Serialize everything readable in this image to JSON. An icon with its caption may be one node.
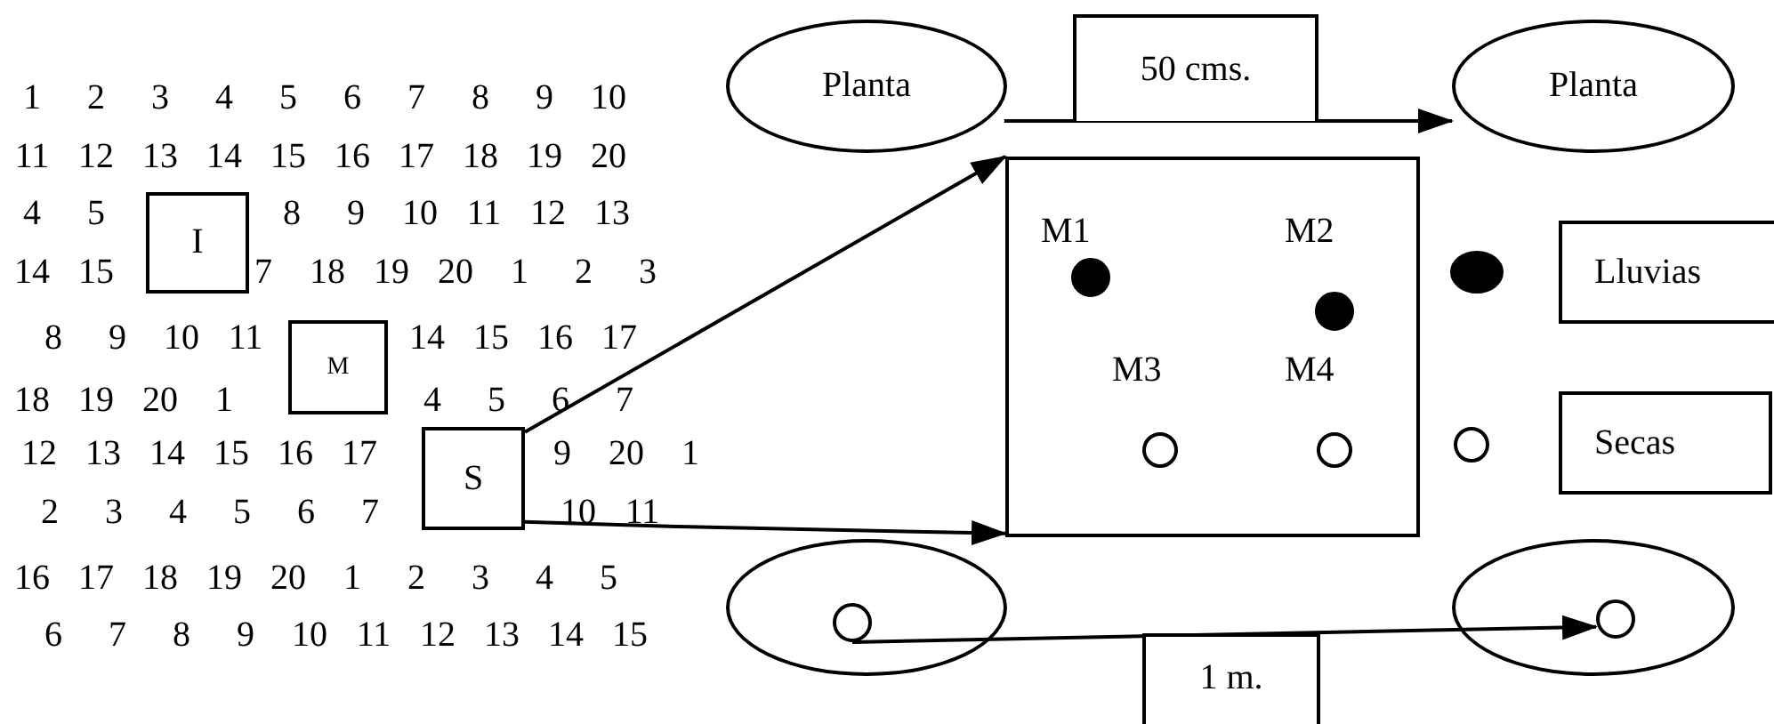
{
  "diagram": {
    "nodes": [
      {
        "text": [
          "Planta"
        ]
      },
      {
        "text": [
          "50 cms."
        ]
      },
      {
        "text": [
          "Planta"
        ]
      },
      {
        "text": [
          "I"
        ]
      },
      {
        "text": [
          "M"
        ]
      },
      {
        "text": [
          "S"
        ]
      },
      {
        "text": [],
        "shape": "box"
      },
      {
        "text": [],
        "shape": "ellipse"
      },
      {
        "text": [],
        "shape": "circle",
        "in": 7
      },
      {
        "text": [],
        "shape": "ellipse"
      },
      {
        "text": [],
        "shape": "circle",
        "in": 9
      },
      {
        "text": [
          "1 m."
        ]
      }
    ],
    "edges": [
      {
        "from": 0,
        "to": 2,
        "arrow": "to"
      },
      {
        "from": 5,
        "to": 6,
        "arrow": "to"
      },
      {
        "from": 5,
        "to": 6,
        "arrow": "to"
      },
      {
        "from": 8,
        "to": 10,
        "arrow": "to"
      }
    ],
    "labels": [
      "1 2 3 4 5 6 7 8 9 10",
      "11 12 13 14 15 16 17 18 19 20",
      "4 5",
      "8 9 10 11 12 13",
      "14 15",
      "7 18 19 20 1 2 3",
      "8 9 10 11",
      "14 15 16 17",
      "18 19 20 1",
      "4 5 6 7",
      "12 13 14 15 16 17",
      "9 20 1",
      "2 3 4 5 6 7",
      "10 11",
      "16 17 18 19 20 1 2 3 4 5",
      "6 7 8 9 10 11 12 13 14 15",
      "M1",
      "M2",
      "M3",
      "M4"
    ],
    "legend": [
      {
        "text": "Lluvias"
      },
      {
        "text": "Secas"
      }
    ]
  }
}
